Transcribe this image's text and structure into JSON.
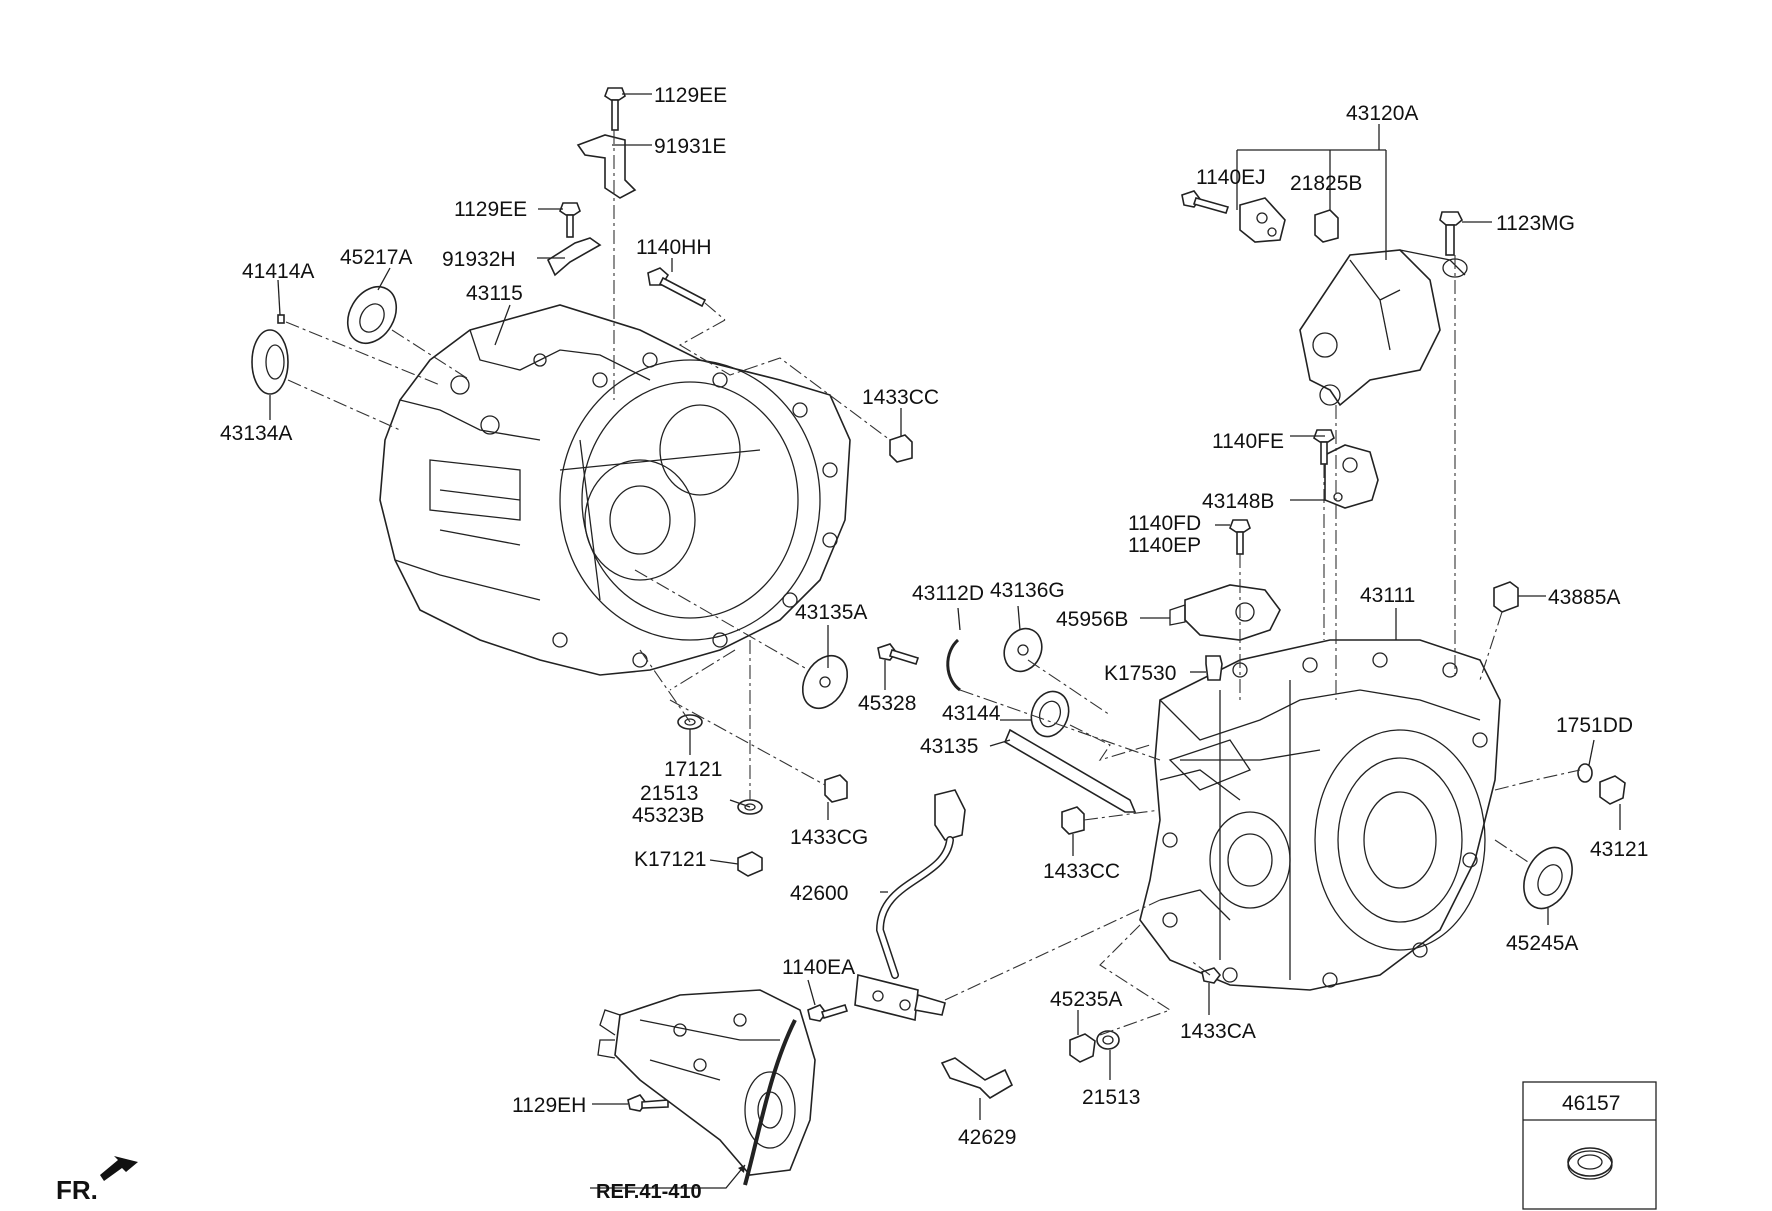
{
  "labels": {
    "p1129EE_top": "1129EE",
    "p91931E": "91931E",
    "p1129EE_mid": "1129EE",
    "p91932H": "91932H",
    "p1140HH": "1140HH",
    "p41414A": "41414A",
    "p45217A": "45217A",
    "p43115": "43115",
    "p43134A": "43134A",
    "p1433CC_top": "1433CC",
    "p43135A": "43135A",
    "p17121": "17121",
    "p21513_a": "21513",
    "p45323B": "45323B",
    "p1433CG": "1433CG",
    "pK17121": "K17121",
    "p43112D": "43112D",
    "p43136G": "43136G",
    "p45328": "45328",
    "p43144": "43144",
    "p43135": "43135",
    "p43120A": "43120A",
    "p1140EJ": "1140EJ",
    "p21825B": "21825B",
    "p1123MG": "1123MG",
    "p1140FE": "1140FE",
    "p43148B": "43148B",
    "p1140FD": "1140FD",
    "p1140EP": "1140EP",
    "p45956B": "45956B",
    "pK17530": "K17530",
    "p43111": "43111",
    "p43885A": "43885A",
    "p1751DD": "1751DD",
    "p43121": "43121",
    "p45245A": "45245A",
    "p1433CC_low": "1433CC",
    "p42600": "42600",
    "p1140EA": "1140EA",
    "p45235A": "45235A",
    "p21513_b": "21513",
    "p1433CA": "1433CA",
    "p1129EH": "1129EH",
    "p42629": "42629",
    "p46157": "46157",
    "ref": "REF.41-410",
    "fr": "FR."
  }
}
